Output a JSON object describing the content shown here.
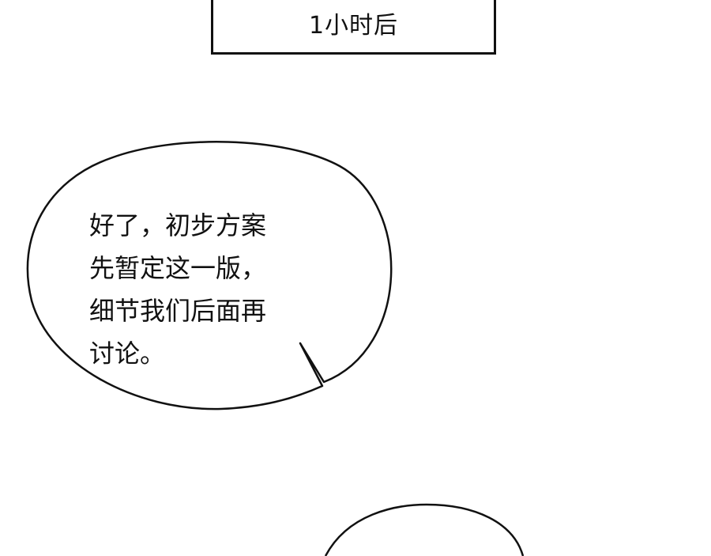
{
  "caption": {
    "text": "1小时后"
  },
  "speech_bubble": {
    "lines": [
      "好了，初步方案",
      "先暂定这一版，",
      "细节我们后面再",
      "讨论。"
    ]
  },
  "colors": {
    "background": "#ffffff",
    "ink": "#111111"
  }
}
